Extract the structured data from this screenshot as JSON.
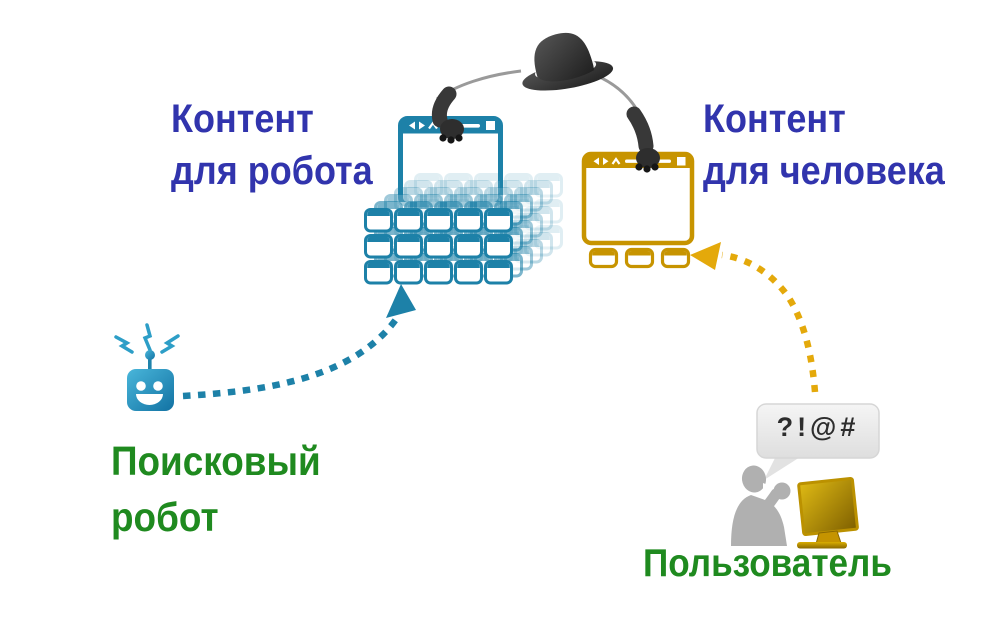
{
  "diagram": {
    "title": "SEO cloaking scheme: different content for search robot and human",
    "labels": {
      "robot_content": {
        "line1": "Контент",
        "line2": "для робота"
      },
      "human_content": {
        "line1": "Контент",
        "line2": "для человека"
      },
      "search_robot": {
        "line1": "Поисковый",
        "line2": "робот"
      },
      "user": "Пользователь"
    },
    "speech_bubble": {
      "text": "?!@#"
    },
    "colors": {
      "label_blue": "#3134ad",
      "label_green": "#1f8a1f",
      "teal": "#1d81a8",
      "gold": "#c79400",
      "gold_arrow": "#e4a90b",
      "hat_dark": "#333333",
      "person_gray": "#b0b0b0",
      "bubble_gray": "#ebebeb"
    },
    "icons": {
      "hat": "black-hat-icon",
      "robot": "search-robot-icon",
      "user": "angry-user-icon",
      "monitor": "monitor-icon",
      "robot_window": "robot-content-window-icon",
      "human_window": "human-content-window-icon",
      "pages_stack": "duplicate-pages-stack-icon",
      "robot_arrow": "robot-dotted-arrow",
      "user_arrow": "user-dotted-arrow",
      "speech_bubble": "speech-bubble-icon"
    }
  }
}
